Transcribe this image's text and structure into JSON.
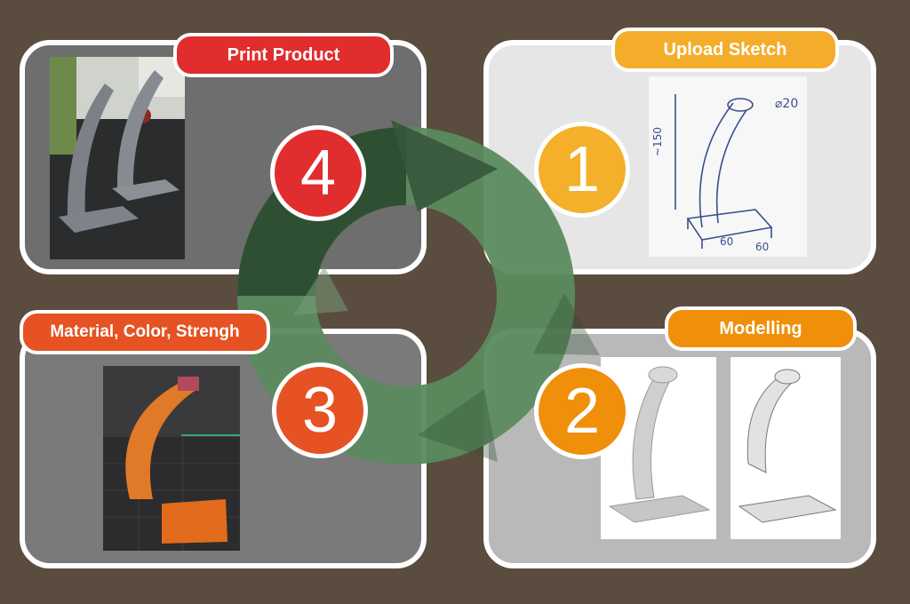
{
  "steps": [
    {
      "number": "1",
      "label": "Upload Sketch",
      "color": "#f4b02b"
    },
    {
      "number": "2",
      "label": "Modelling",
      "color": "#ef8f0a"
    },
    {
      "number": "3",
      "label": "Material, Color, Strengh",
      "color": "#e65223"
    },
    {
      "number": "4",
      "label": "Print Product",
      "color": "#e12d2d"
    }
  ],
  "sketch_annotations": {
    "diameter": "⌀20",
    "height": "~150",
    "width": "60",
    "depth": "60"
  },
  "cycle_color": "#5b8a5e"
}
